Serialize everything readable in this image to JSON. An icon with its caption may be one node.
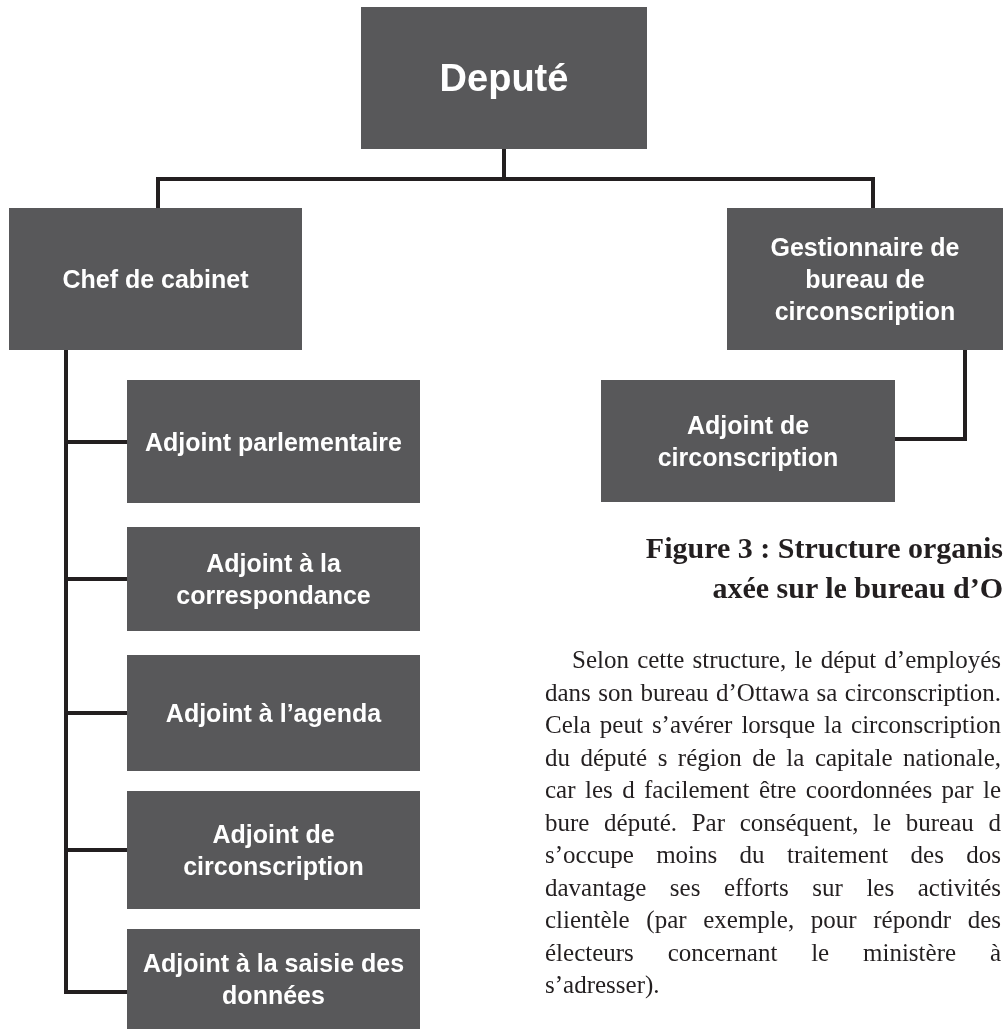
{
  "diagram": {
    "caption": "Figure 3 : Structure organis axée sur le bureau d’O",
    "nodes": [
      {
        "text": [
          "Deputé"
        ]
      },
      {
        "text": [
          "Chef de cabinet"
        ]
      },
      {
        "text": [
          "Gestionnaire de bureau de circonscription"
        ]
      },
      {
        "text": [
          "Adjoint parlementaire"
        ]
      },
      {
        "text": [
          "Adjoint à la correspondance"
        ]
      },
      {
        "text": [
          "Adjoint à l’agenda"
        ]
      },
      {
        "text": [
          "Adjoint de circonscription"
        ]
      },
      {
        "text": [
          "Adjoint à la saisie des données"
        ]
      },
      {
        "text": [
          "Adjoint de circonscription"
        ]
      }
    ],
    "edges": [
      {
        "from": 0,
        "to": 1,
        "arrow": "none"
      },
      {
        "from": 0,
        "to": 2,
        "arrow": "none"
      },
      {
        "from": 1,
        "to": 3,
        "arrow": "none"
      },
      {
        "from": 1,
        "to": 4,
        "arrow": "none"
      },
      {
        "from": 1,
        "to": 5,
        "arrow": "none"
      },
      {
        "from": 1,
        "to": 6,
        "arrow": "none"
      },
      {
        "from": 1,
        "to": 7,
        "arrow": "none"
      },
      {
        "from": 2,
        "to": 8,
        "arrow": "none"
      }
    ],
    "labels": [
      "Selon cette structure, le déput d’employés dans son bureau d’Ottawa sa circonscription. Cela peut s’avérer lorsque la circonscription du député s région de la capitale nationale, car les d facilement être coordonnées par le bure député. Par conséquent, le bureau d s’occupe moins du traitement des dos davantage ses efforts sur les activités clientèle (par exemple, pour répondr des électeurs concernant le ministère à s’adresser)."
    ]
  }
}
